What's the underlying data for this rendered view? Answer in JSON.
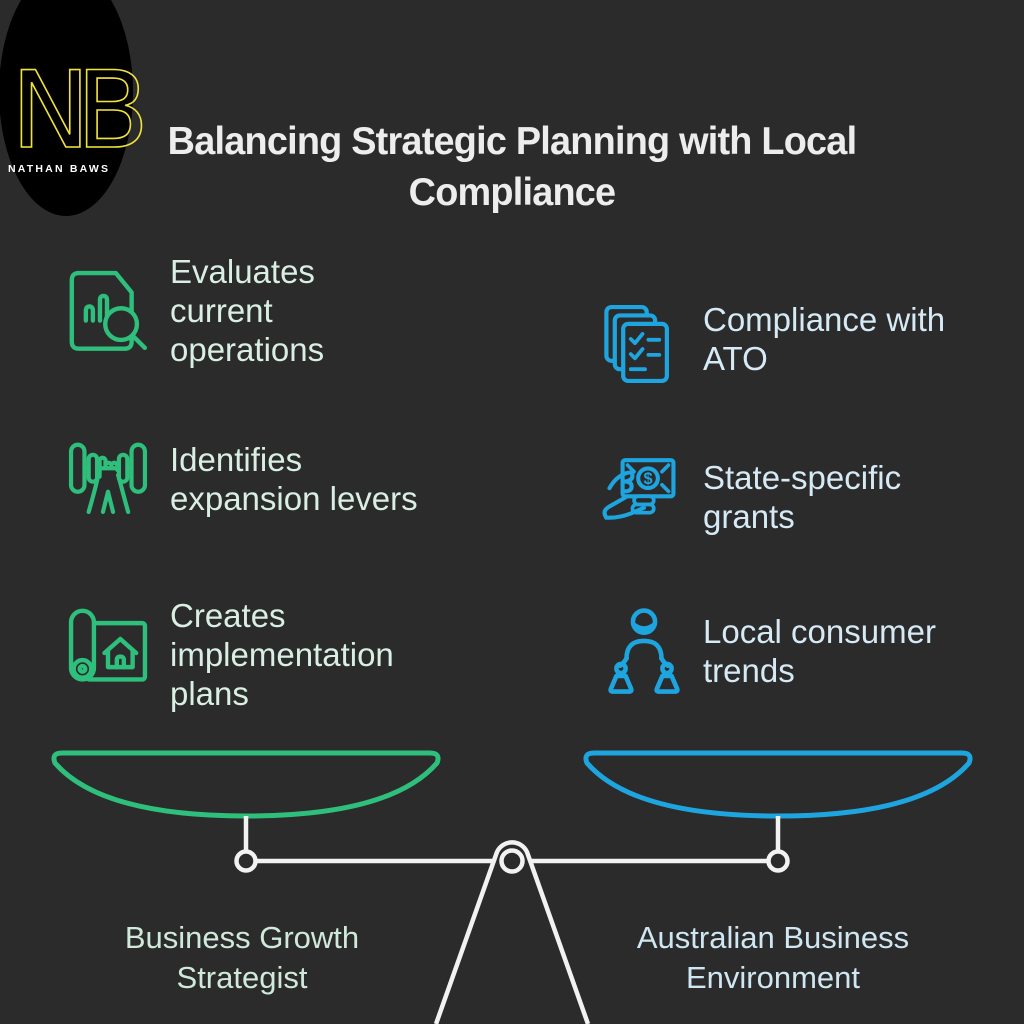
{
  "background_color": "#2b2b2b",
  "logo": {
    "monogram": "NB",
    "name": "NATHAN BAWS",
    "ellipse_color": "#000000",
    "monogram_color": "#f0e23c",
    "name_color": "#ffffff"
  },
  "title": "Balancing Strategic Planning with Local\nCompliance",
  "left_column": {
    "accent_color": "#2fbf7c",
    "text_color": "#d9efe4",
    "items": [
      {
        "icon": "document-analysis-icon",
        "label": "Evaluates\ncurrent\noperations"
      },
      {
        "icon": "dumbbell-hand-icon",
        "label": "Identifies\nexpansion levers"
      },
      {
        "icon": "blueprint-icon",
        "label": "Creates\nimplementation\nplans"
      }
    ]
  },
  "right_column": {
    "accent_color": "#1ea5e0",
    "text_color": "#d6eaf5",
    "items": [
      {
        "icon": "checklist-documents-icon",
        "label": "Compliance with\nATO"
      },
      {
        "icon": "money-hand-icon",
        "label": "State-specific\ngrants",
        "icon_text": "$"
      },
      {
        "icon": "people-network-icon",
        "label": "Local consumer\ntrends"
      }
    ]
  },
  "scale": {
    "frame_color": "#f2f2f2",
    "left_pan_color": "#2fbf7c",
    "right_pan_color": "#1ea5e0",
    "left_label": "Business Growth\nStrategist",
    "right_label": "Australian Business\nEnvironment"
  }
}
